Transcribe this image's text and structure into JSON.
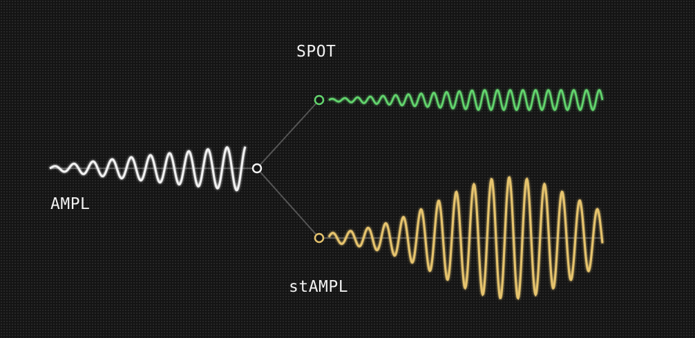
{
  "labels": {
    "spot": "SPOT",
    "ampl": "AMPL",
    "stampl": "stAMPL"
  },
  "colors": {
    "background": "#141414",
    "input_wave": "#f2f2f2",
    "spot_wave": "#63d66e",
    "stampl_wave": "#e6c46e",
    "connector": "#555555",
    "baseline": "#6a6a6a"
  },
  "nodes": {
    "source": "AMPL",
    "outputs": [
      "SPOT",
      "stAMPL"
    ]
  }
}
